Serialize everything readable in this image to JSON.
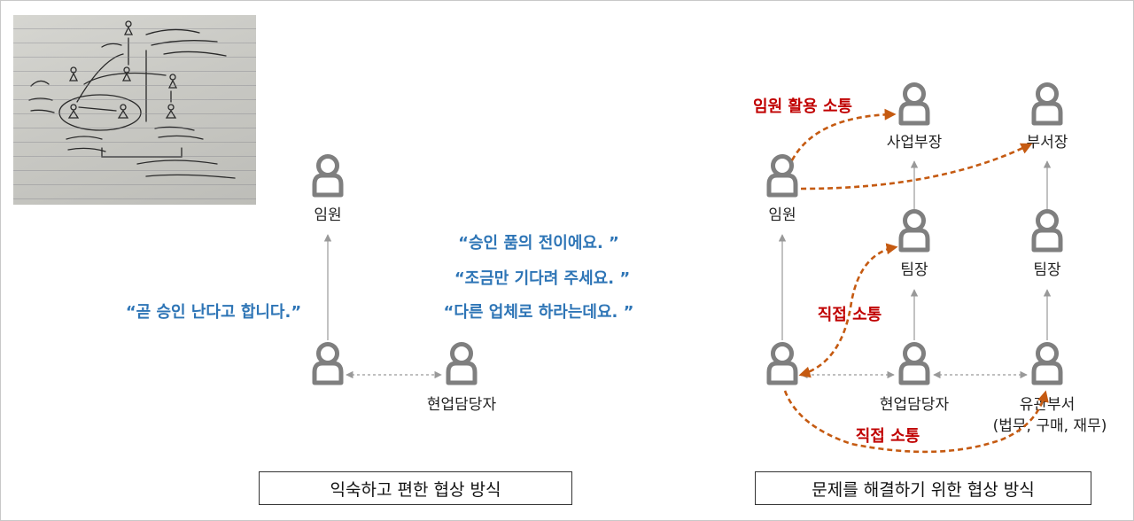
{
  "left_panel": {
    "caption": "익숙하고 편한 협상 방식",
    "nodes": {
      "executive": "임원",
      "sales_rep": "현업담당자"
    },
    "quotes": {
      "left": "“곧 승인 난다고 합니다.”",
      "right": [
        "“승인 품의 전이에요. ”",
        "“조금만 기다려 주세요. ”",
        "“다른 업체로 하라는데요. ”"
      ]
    }
  },
  "right_panel": {
    "caption": "문제를 해결하기 위한 협상 방식",
    "nodes": {
      "executive": "임원",
      "business_head": "사업부장",
      "dept_head": "부서장",
      "team_lead_1": "팀장",
      "team_lead_2": "팀장",
      "sales_rep": "현업담당자",
      "related_dept": "유관부서",
      "related_dept_sub": "(법무, 구매, 재무)"
    },
    "annotations": {
      "exec_comm": "임원 활용 소통",
      "direct_comm_upper": "직접 소통",
      "direct_comm_lower": "직접 소통"
    }
  },
  "colors": {
    "person_icon": "#7f7f7f",
    "quote_text": "#2e75b6",
    "comm_text": "#c00000",
    "comm_arrow": "#c55a11",
    "connector": "#999999"
  }
}
